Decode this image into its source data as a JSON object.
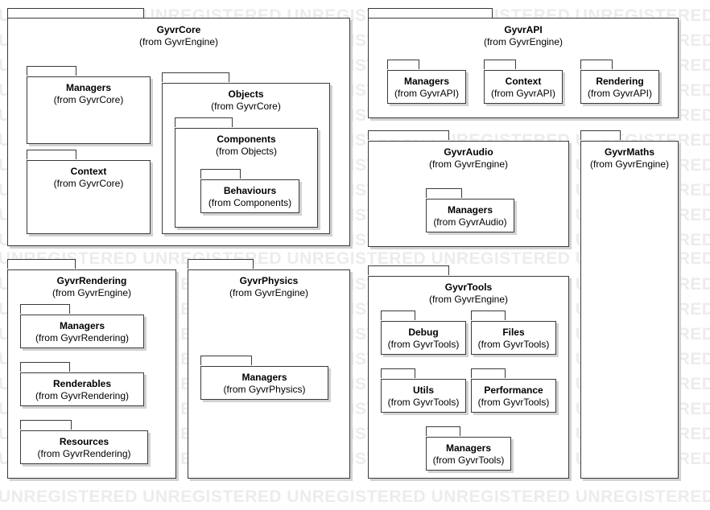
{
  "watermark": "UNREGISTERED UNREGISTERED UNREGISTERED UNREGISTERED UNREGISTERED",
  "packages": {
    "gyvrcore": {
      "name": "GyvrCore",
      "from": "(from GyvrEngine)"
    },
    "core_managers": {
      "name": "Managers",
      "from": "(from GyvrCore)"
    },
    "core_context": {
      "name": "Context",
      "from": "(from GyvrCore)"
    },
    "core_objects": {
      "name": "Objects",
      "from": "(from GyvrCore)"
    },
    "components": {
      "name": "Components",
      "from": "(from Objects)"
    },
    "behaviours": {
      "name": "Behaviours",
      "from": "(from Components)"
    },
    "gyvrapi": {
      "name": "GyvrAPI",
      "from": "(from GyvrEngine)"
    },
    "api_managers": {
      "name": "Managers",
      "from": "(from GyvrAPI)"
    },
    "api_context": {
      "name": "Context",
      "from": "(from GyvrAPI)"
    },
    "api_rendering": {
      "name": "Rendering",
      "from": "(from GyvrAPI)"
    },
    "gyvraudio": {
      "name": "GyvrAudio",
      "from": "(from GyvrEngine)"
    },
    "audio_managers": {
      "name": "Managers",
      "from": "(from GyvrAudio)"
    },
    "gyvrmaths": {
      "name": "GyvrMaths",
      "from": "(from GyvrEngine)"
    },
    "gyvrrendering": {
      "name": "GyvrRendering",
      "from": "(from GyvrEngine)"
    },
    "rend_managers": {
      "name": "Managers",
      "from": "(from GyvrRendering)"
    },
    "rend_renderables": {
      "name": "Renderables",
      "from": "(from GyvrRendering)"
    },
    "rend_resources": {
      "name": "Resources",
      "from": "(from GyvrRendering)"
    },
    "gyvrphysics": {
      "name": "GyvrPhysics",
      "from": "(from GyvrEngine)"
    },
    "phys_managers": {
      "name": "Managers",
      "from": "(from GyvrPhysics)"
    },
    "gyvrtools": {
      "name": "GyvrTools",
      "from": "(from GyvrEngine)"
    },
    "tools_debug": {
      "name": "Debug",
      "from": "(from GyvrTools)"
    },
    "tools_files": {
      "name": "Files",
      "from": "(from GyvrTools)"
    },
    "tools_utils": {
      "name": "Utils",
      "from": "(from GyvrTools)"
    },
    "tools_performance": {
      "name": "Performance",
      "from": "(from GyvrTools)"
    },
    "tools_managers": {
      "name": "Managers",
      "from": "(from GyvrTools)"
    }
  }
}
